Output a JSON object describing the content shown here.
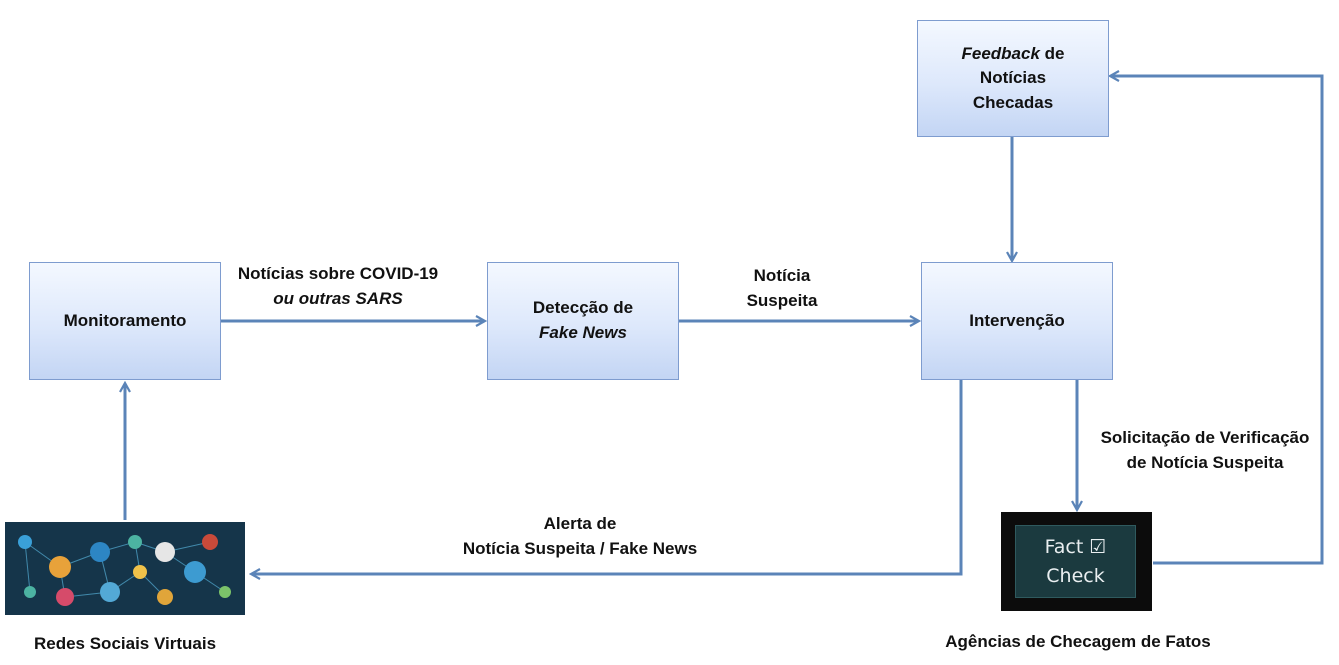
{
  "nodes": {
    "monitoramento": "Monitoramento",
    "deteccao_line1": "Detecção de",
    "deteccao_line2": "Fake News",
    "intervencao": "Intervenção",
    "feedback_italic": "Feedback",
    "feedback_rest": " de",
    "feedback_line2": "Notícias",
    "feedback_line3": "Checadas"
  },
  "edges": {
    "mon_to_det_line1": "Notícias sobre COVID-19",
    "mon_to_det_line2": "ou outras SARS",
    "det_to_int_line1": "Notícia",
    "det_to_int_line2": "Suspeita",
    "int_to_fact_line1": "Solicitação de Verificação",
    "int_to_fact_line2": "de Notícia Suspeita",
    "int_to_redes_line1": "Alerta de",
    "int_to_redes_line2": "Notícia Suspeita / Fake News"
  },
  "images": {
    "fact_check_line1": "Fact",
    "fact_check_checkbox": "☑",
    "fact_check_line2": "Check",
    "redes_caption": "Redes Sociais Virtuais",
    "agencias_caption": "Agências de Checagem de Fatos"
  },
  "colors": {
    "arrow": "#5b84b8",
    "box_border": "#7e9ccf",
    "box_fill_top": "#f4f8ff",
    "box_fill_bottom": "#c3d5f4"
  }
}
